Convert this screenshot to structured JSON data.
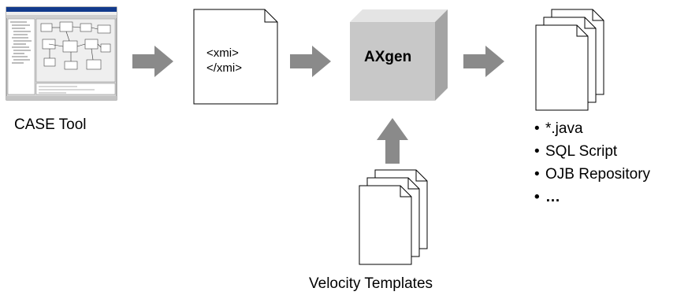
{
  "nodes": {
    "case_tool": {
      "label": "CASE Tool",
      "icon": "case-tool-screenshot-icon"
    },
    "xmi_document": {
      "open_tag": "<xmi>",
      "close_tag": "</xmi>",
      "icon": "document-icon"
    },
    "axgen": {
      "label": "AXgen",
      "icon": "cube-icon"
    },
    "velocity_templates": {
      "label": "Velocity Templates",
      "icon": "document-stack-icon"
    },
    "outputs": {
      "icon": "document-stack-icon",
      "bullet": "•",
      "items": [
        "*.java",
        "SQL Script",
        "OJB Repository",
        "…"
      ]
    }
  },
  "colors": {
    "arrow": "#8a8a8a",
    "cube_front": "#c8c8c8",
    "cube_top": "#e4e4e4",
    "cube_side": "#a4a4a4",
    "screenshot_bg": "#d6d6d6",
    "screenshot_bar": "#123a8c"
  }
}
